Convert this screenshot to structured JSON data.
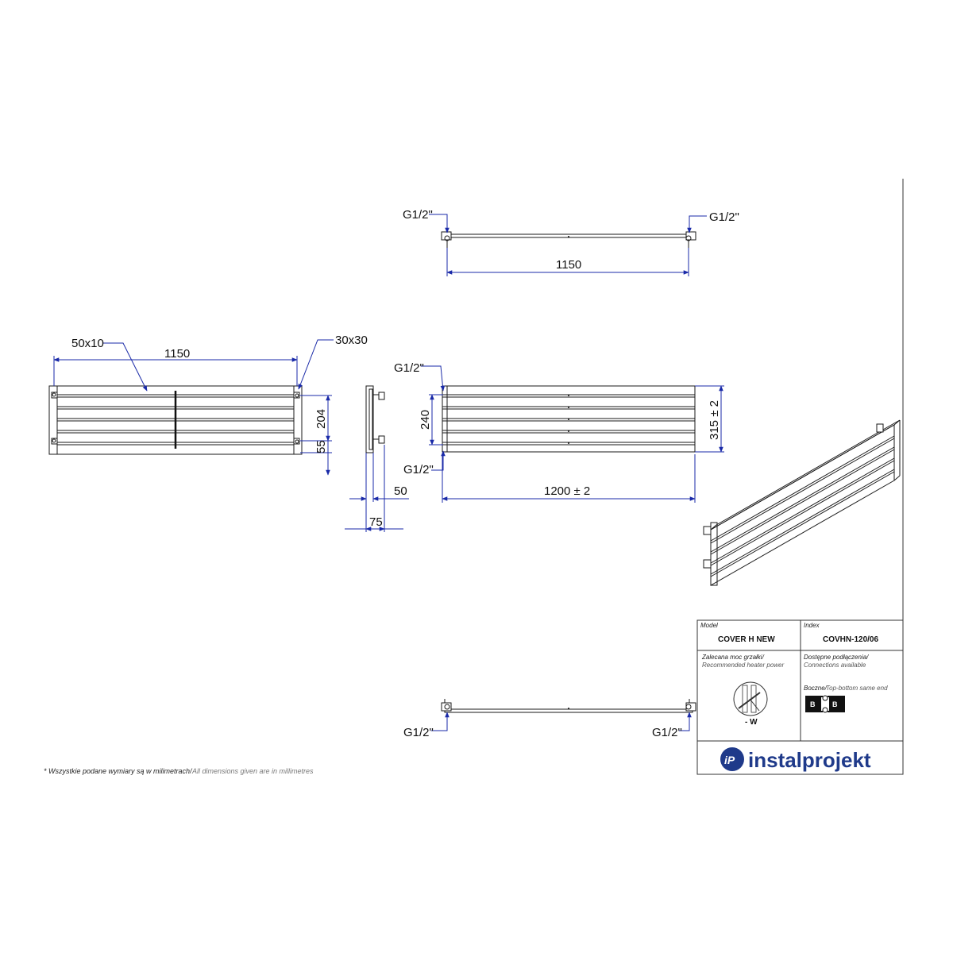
{
  "dimensions": {
    "top_view": {
      "connector_left": "G1/2\"",
      "connector_right": "G1/2\"",
      "width": "1150"
    },
    "front_view": {
      "flat_bar": "50x10",
      "mount": "30x30",
      "width": "1150",
      "pitch": "204",
      "offset": "55"
    },
    "side_view": {
      "depth_inner": "50",
      "depth_outer": "75"
    },
    "rear_view": {
      "connector_top": "G1/2\"",
      "connector_bottom": "G1/2\"",
      "spacing": "240",
      "height": "315 ± 2",
      "length": "1200  ± 2"
    },
    "bottom_view": {
      "connector_left": "G1/2\"",
      "connector_right": "G1/2\""
    }
  },
  "title_block": {
    "model_caption": "Model",
    "model_value": "COVER H NEW",
    "index_caption": "Index",
    "index_value": "COVHN-120/06",
    "heater_pl": "Zalecana moc grzałki/",
    "heater_en": "Recommended heater power",
    "heater_value": "- W",
    "connections_pl": "Dostępne podłączenia/",
    "connections_en": "Connections available",
    "connection_type_pl": "Boczne/",
    "connection_type_en": "Top-bottom same end",
    "connection_badge_left": "B",
    "connection_badge_right": "B",
    "brand": "instalprojekt"
  },
  "footnote": {
    "pl": "* Wszystkie podane wymiary są w milimetrach/",
    "en": "All dimensions given are in millimetres"
  },
  "colors": {
    "dimension_line": "#1a2aa8",
    "logo": "#1f3a8a",
    "line": "#1a1a1a"
  }
}
